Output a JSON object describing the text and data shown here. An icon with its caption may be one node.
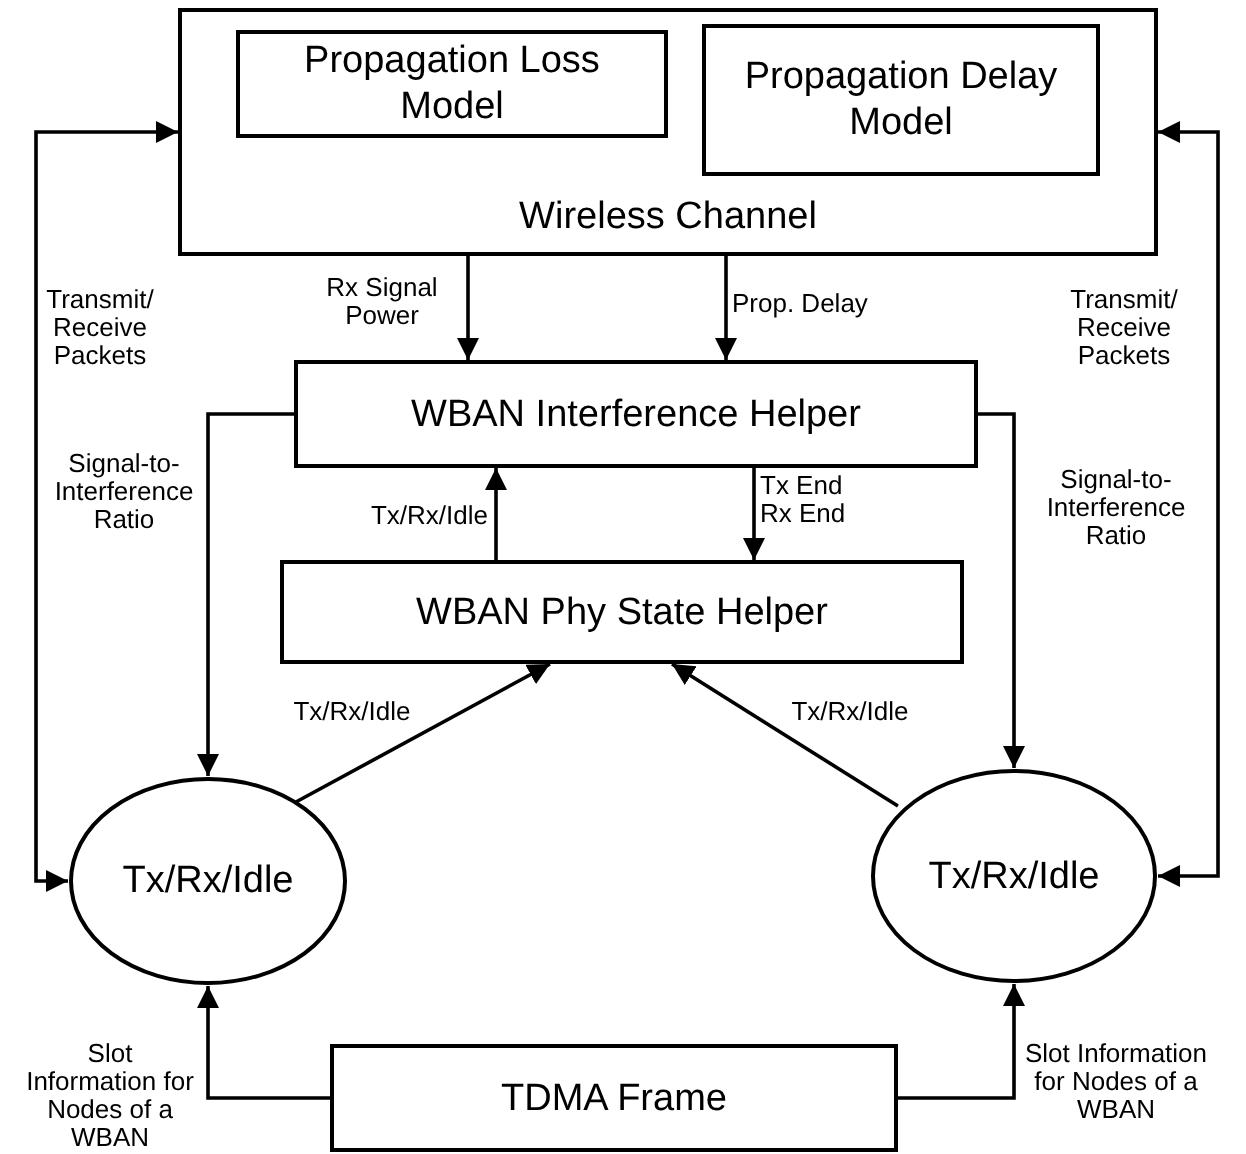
{
  "diagram": {
    "nodes": [
      {
        "text": [
          "Wireless Channel"
        ]
      },
      {
        "text": [
          "Propagation Loss Model"
        ],
        "in": 0
      },
      {
        "text": [
          "Propagation Delay Model"
        ],
        "in": 0
      },
      {
        "text": [
          "WBAN Interference Helper"
        ]
      },
      {
        "text": [
          "WBAN Phy State Helper"
        ]
      },
      {
        "text": [
          "Tx/Rx/Idle"
        ]
      },
      {
        "text": [
          "Tx/Rx/Idle"
        ]
      },
      {
        "text": [
          "TDMA Frame"
        ]
      }
    ],
    "edges": [
      {
        "from": 0,
        "to": 3,
        "arrow": "to",
        "label": "Rx Signal Power"
      },
      {
        "from": 0,
        "to": 3,
        "arrow": "to",
        "label": "Prop. Delay"
      },
      {
        "from": 4,
        "to": 3,
        "arrow": "to",
        "label": "Tx/Rx/Idle"
      },
      {
        "from": 3,
        "to": 4,
        "arrow": "to",
        "label": "Tx End Rx End"
      },
      {
        "from": 3,
        "to": 5,
        "arrow": "to",
        "label": "Signal-to-Interference Ratio"
      },
      {
        "from": 3,
        "to": 6,
        "arrow": "to",
        "label": "Signal-to-Interference Ratio"
      },
      {
        "from": 5,
        "to": 4,
        "arrow": "to",
        "label": "Tx/Rx/Idle"
      },
      {
        "from": 6,
        "to": 4,
        "arrow": "to",
        "label": "Tx/Rx/Idle"
      },
      {
        "from": 7,
        "to": 5,
        "arrow": "to",
        "label": "Slot Information for Nodes of a WBAN"
      },
      {
        "from": 7,
        "to": 6,
        "arrow": "to",
        "label": "Slot Information for Nodes of a WBAN"
      },
      {
        "from": 5,
        "to": 0,
        "arrow": "both",
        "label": "Transmit/ Receive Packets"
      },
      {
        "from": 6,
        "to": 0,
        "arrow": "both",
        "label": "Transmit/ Receive Packets"
      }
    ]
  }
}
